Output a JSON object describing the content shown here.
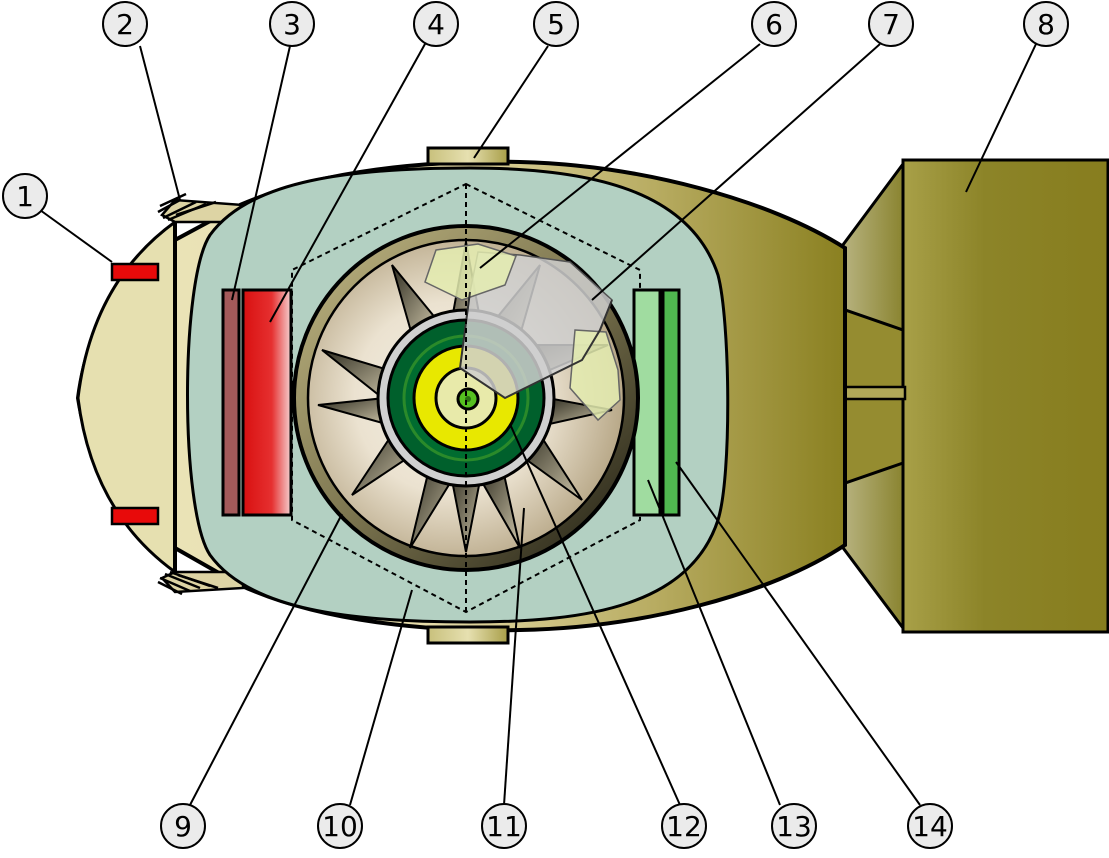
{
  "callouts": [
    {
      "label": "1"
    },
    {
      "label": "2"
    },
    {
      "label": "3"
    },
    {
      "label": "4"
    },
    {
      "label": "5"
    },
    {
      "label": "6"
    },
    {
      "label": "7"
    },
    {
      "label": "8"
    },
    {
      "label": "9"
    },
    {
      "label": "10"
    },
    {
      "label": "11"
    },
    {
      "label": "12"
    },
    {
      "label": "13"
    },
    {
      "label": "14"
    }
  ],
  "colors": {
    "casing": "#e8e0b0",
    "casing_dark": "#8a8020",
    "shield": "#b3d0c2",
    "red_block": "#e01010",
    "green_plate": "#9cd89c",
    "dark_green": "#005a28",
    "yellow": "#e8e800"
  }
}
